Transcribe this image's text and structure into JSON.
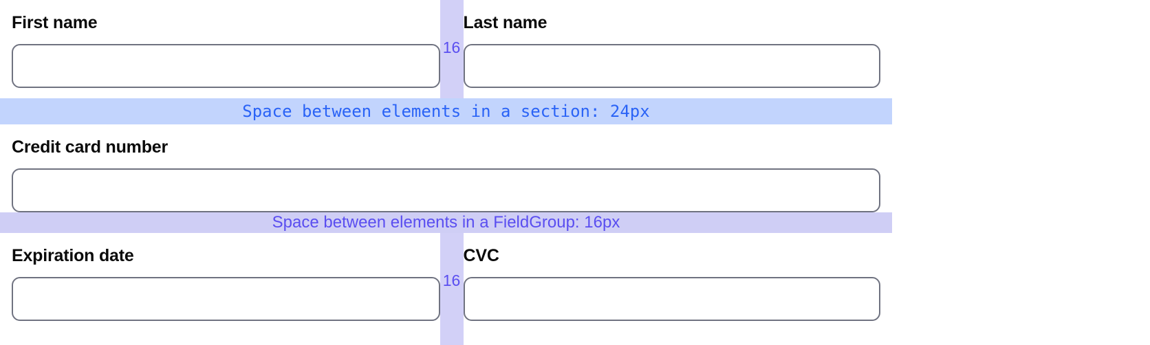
{
  "form": {
    "rows": [
      {
        "id": "name-row",
        "type": "split",
        "left": {
          "label": "First name",
          "value": "",
          "placeholder": ""
        },
        "gap": {
          "value": "16"
        },
        "right": {
          "label": "Last name",
          "value": "",
          "placeholder": ""
        }
      },
      {
        "id": "card-row",
        "type": "full",
        "field": {
          "label": "Credit card number",
          "value": "",
          "placeholder": ""
        }
      },
      {
        "id": "exp-cvc-row",
        "type": "split",
        "left": {
          "label": "Expiration date",
          "value": "",
          "placeholder": ""
        },
        "gap": {
          "value": "16"
        },
        "right": {
          "label": "CVC",
          "value": "",
          "placeholder": ""
        }
      }
    ]
  },
  "annotations": {
    "section_band": {
      "text": "Space between elements in a section: 24px",
      "background": "#c2d4fd",
      "text_color": "#2a63f6"
    },
    "fieldgroup_band": {
      "text": "Space between elements in a FieldGroup: 16px",
      "background": "#cfcef5",
      "text_color": "#5a4ef0"
    },
    "gap_strip": {
      "background": "#d2d0f7",
      "text_color": "#5a4ef0"
    }
  },
  "colors": {
    "label": "#0a0a0a",
    "field_border": "#6f7280",
    "field_background": "#ffffff",
    "page_background": "#ffffff"
  }
}
